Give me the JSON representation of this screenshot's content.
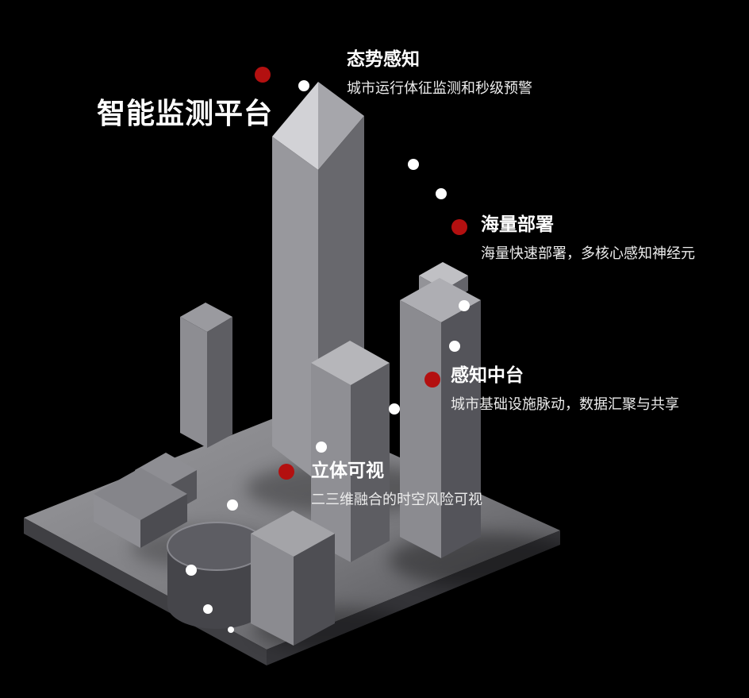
{
  "title": "智能监测平台",
  "callouts": [
    {
      "title": "态势感知",
      "desc": "城市运行体征监测和秒级预警"
    },
    {
      "title": "海量部署",
      "desc": "海量快速部署，多核心感知神经元"
    },
    {
      "title": "感知中台",
      "desc": "城市基础设施脉动，数据汇聚与共享"
    },
    {
      "title": "立体可视",
      "desc": "二三维融合的时空风险可视"
    }
  ],
  "colors": {
    "background": "#000000",
    "accent_red": "#b31010",
    "text_primary": "#ffffff",
    "text_secondary": "#ececec",
    "dot_white": "#ffffff"
  }
}
